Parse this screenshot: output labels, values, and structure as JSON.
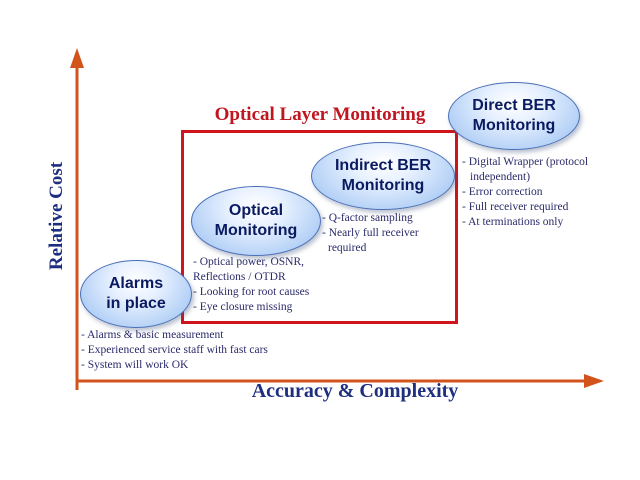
{
  "diagram": {
    "x_axis_label": "Accuracy & Complexity",
    "y_axis_label": "Relative Cost",
    "section_title": "Optical Layer Monitoring",
    "stages": [
      {
        "label": "Alarms\nin place",
        "notes": [
          "- Alarms & basic measurement",
          "- Experienced service staff with fast cars",
          "- System will work OK"
        ]
      },
      {
        "label": "Optical\nMonitoring",
        "notes": [
          "- Optical power, OSNR,",
          "Reflections / OTDR",
          "- Looking for root causes",
          "- Eye closure missing"
        ]
      },
      {
        "label": "Indirect BER\nMonitoring",
        "notes": [
          "- Q-factor sampling",
          "- Nearly full receiver",
          "required"
        ]
      },
      {
        "label": "Direct BER\nMonitoring",
        "notes": [
          "- Digital Wrapper (protocol",
          "independent)",
          "- Error correction",
          "- Full receiver required",
          "- At terminations only"
        ]
      }
    ],
    "colors": {
      "axis": "#d2541c",
      "axis_label": "#1f2f7f",
      "section": "#d0141d",
      "bubble_text": "#0a1a60"
    }
  }
}
